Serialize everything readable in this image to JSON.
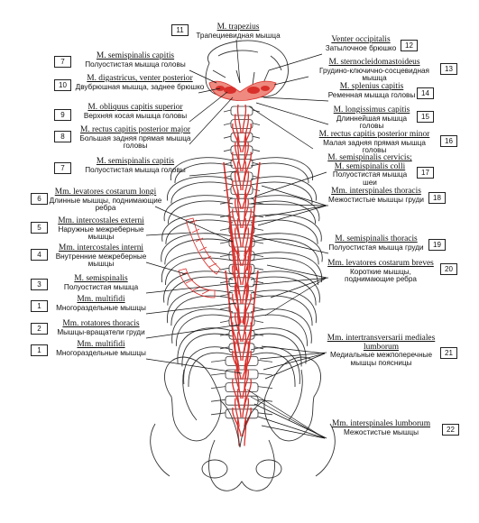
{
  "labels_left": [
    {
      "num": "7",
      "lat": "M. semispinalis capitis",
      "rus": "Полуостистая мышца головы"
    },
    {
      "num": "10",
      "lat": "M. digastricus, venter posterior",
      "rus": "Двубрюшная мышца, заднее брюшко"
    },
    {
      "num": "9",
      "lat": "M. obliquus capitis superior",
      "rus": "Верхняя косая мышца головы"
    },
    {
      "num": "8",
      "lat": "M. rectus capitis posterior major",
      "rus": "Большая задняя прямая мышца головы"
    },
    {
      "num": "7",
      "lat": "M. semispinalis capitis",
      "rus": "Полуостистая мышца головы"
    },
    {
      "num": "6",
      "lat": "Mm. levatores costarum longi",
      "rus": "Длинные мышцы, поднимающие ребра"
    },
    {
      "num": "5",
      "lat": "Mm. intercostales externi",
      "rus": "Наружные межреберные мышцы"
    },
    {
      "num": "4",
      "lat": "Mm. intercostales interni",
      "rus": "Внутренние межреберные мышцы"
    },
    {
      "num": "3",
      "lat": "M. semispinalis",
      "rus": "Полуостистая мышца"
    },
    {
      "num": "1",
      "lat": "Mm. multifidi",
      "rus": "Многораздельные мышцы"
    },
    {
      "num": "2",
      "lat": "Mm. rotatores thoracis",
      "rus": "Мышцы-вращатели груди"
    },
    {
      "num": "1",
      "lat": "Mm. multifidi",
      "rus": "Многораздельные мышцы"
    }
  ],
  "labels_right": [
    {
      "num": "12",
      "lat": "Venter occipitalis",
      "rus": "Затылочное брюшко"
    },
    {
      "num": "13",
      "lat": "M. sternocleidomastoideus",
      "rus": "Грудино-ключично-сосцевидная мышца"
    },
    {
      "num": "14",
      "lat": "M. splenius capitis",
      "rus": "Ременная мышца головы"
    },
    {
      "num": "15",
      "lat": "M. longissimus capitis",
      "rus": "Длиннейшая мышца головы"
    },
    {
      "num": "16",
      "lat": "M. rectus capitis posterior minor",
      "rus": "Малая задняя прямая мышца головы"
    },
    {
      "num": "17",
      "lat": "M. semispinalis cervicis; M. semispinalis colli",
      "rus": "Полуостистая мышца шеи"
    },
    {
      "num": "18",
      "lat": "Mm. interspinales thoracis",
      "rus": "Межостистые мышцы груди"
    },
    {
      "num": "19",
      "lat": "M. semispinalis thoracis",
      "rus": "Полуостистая мышца груди"
    },
    {
      "num": "20",
      "lat": "Mm. levatores costarum breves",
      "rus": "Короткие мышцы, поднимающие ребра"
    },
    {
      "num": "21",
      "lat": "Mm. intertransversarii mediales lumborum",
      "rus": "Медиальные межпоперечные мышцы поясницы"
    },
    {
      "num": "22",
      "lat": "Mm. interspinales lumborum",
      "rus": "Межостистые мышцы"
    }
  ],
  "label_top": {
    "num": "11",
    "lat": "M. trapezius",
    "rus": "Трапециевидная мышца"
  },
  "colors": {
    "muscle": "#d9302c",
    "muscle_light": "#ee8a7f",
    "bone_stroke": "#333333",
    "leader": "#111111"
  }
}
